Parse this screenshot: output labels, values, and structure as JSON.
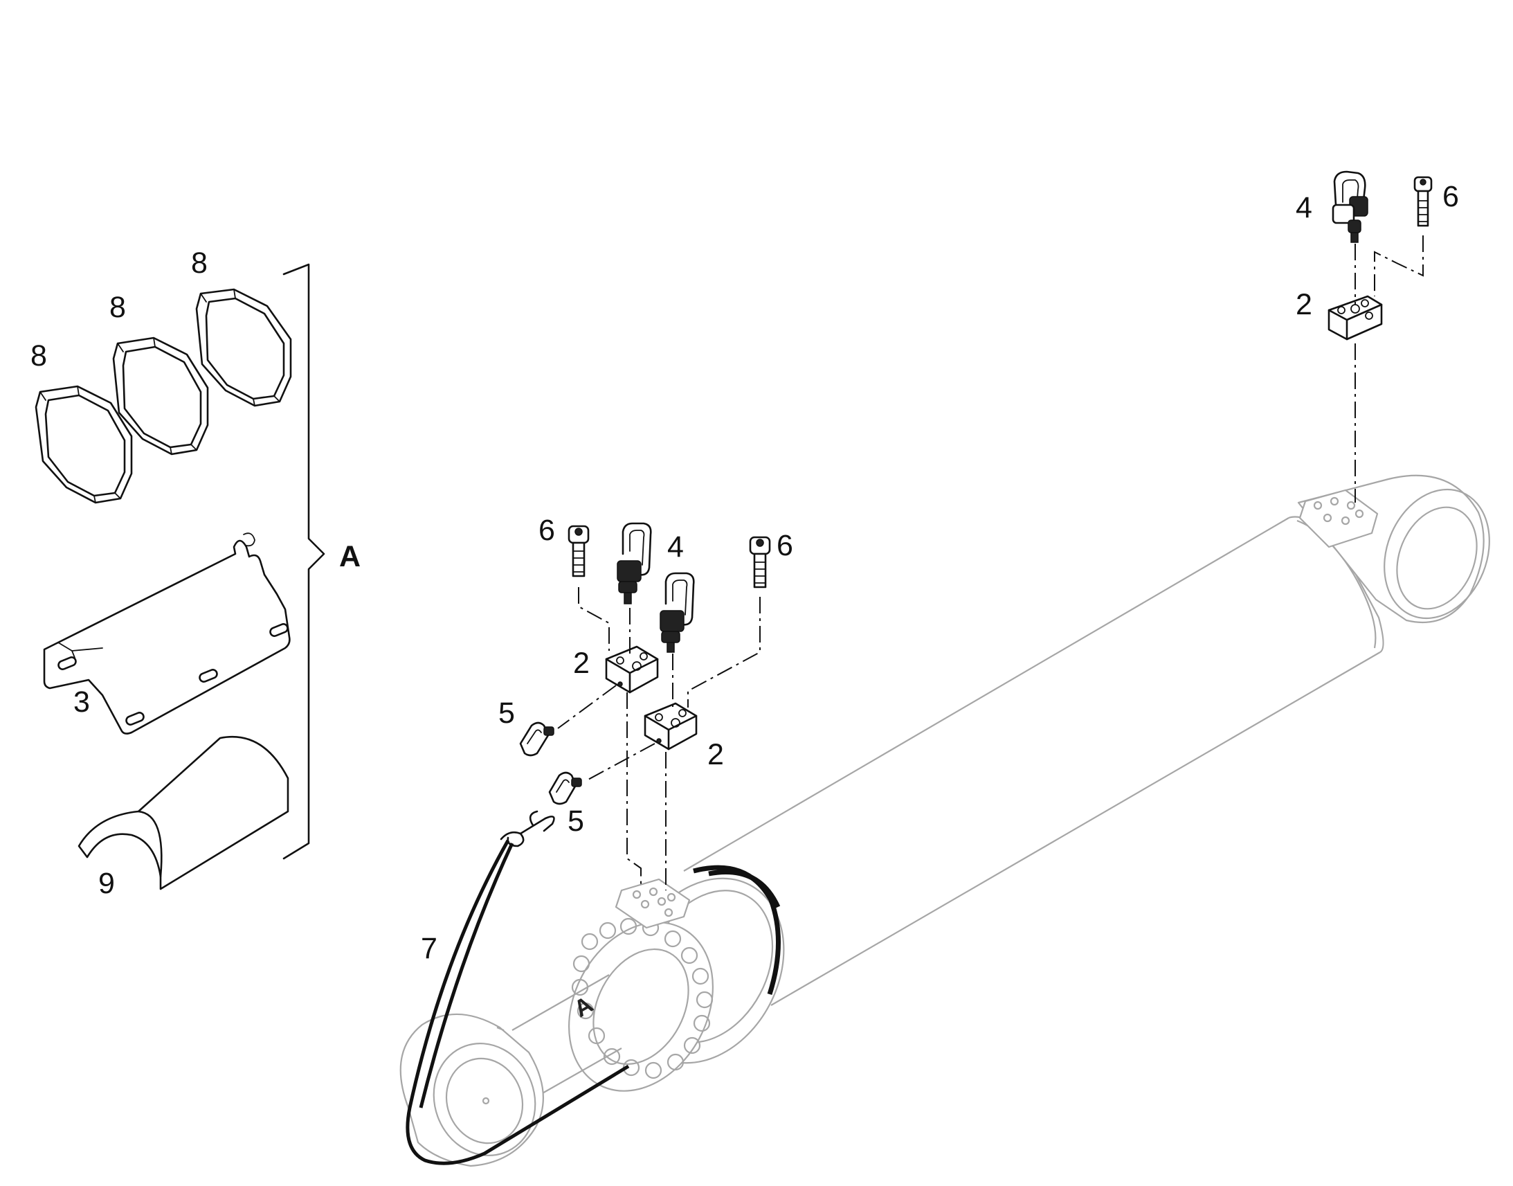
{
  "callouts": {
    "ring_8a": "8",
    "ring_8b": "8",
    "ring_8c": "8",
    "guard_3": "3",
    "shell_9": "9",
    "group_a": "A",
    "bolt_6_left": "6",
    "eye_4_center": "4",
    "bolt_6_center": "6",
    "block_2_upper": "2",
    "block_2_lower": "2",
    "clip_5_upper": "5",
    "clip_5_lower": "5",
    "wire_7": "7",
    "eye_4_right": "4",
    "bolt_6_right": "6",
    "block_2_right": "2",
    "rod_marking": "A"
  }
}
